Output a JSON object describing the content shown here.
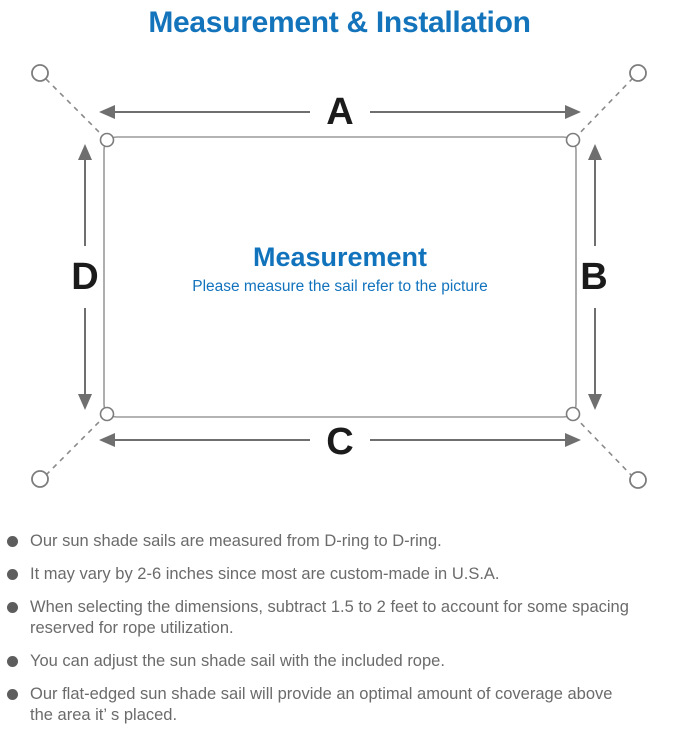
{
  "title": "Measurement & Installation",
  "diagram": {
    "label_a": "A",
    "label_b": "B",
    "label_c": "C",
    "label_d": "D",
    "center_title": "Measurement",
    "center_subtitle": "Please measure the sail refer to the picture"
  },
  "colors": {
    "accent_blue": "#1374BC",
    "center_text_blue": "#1273BD",
    "diagram_line_gray": "#8a8a8a",
    "arrow_gray": "#6f6f6f",
    "label_black": "#1b1b1b",
    "note_text_gray": "#6b6b6b"
  },
  "notes": {
    "items": [
      {
        "lines": [
          "Our sun shade sails are measured from D-ring to D-ring."
        ]
      },
      {
        "lines": [
          "It may vary by 2-6 inches since most are custom-made in U.S.A."
        ]
      },
      {
        "lines": [
          "When selecting the dimensions, subtract 1.5 to 2 feet to account for some spacing",
          "reserved for rope utilization."
        ]
      },
      {
        "lines": [
          "You can adjust the sun shade sail with the included rope."
        ]
      },
      {
        "lines": [
          "Our flat-edged sun shade sail will provide an optimal amount of coverage above",
          "the area it’ s placed."
        ]
      }
    ]
  }
}
